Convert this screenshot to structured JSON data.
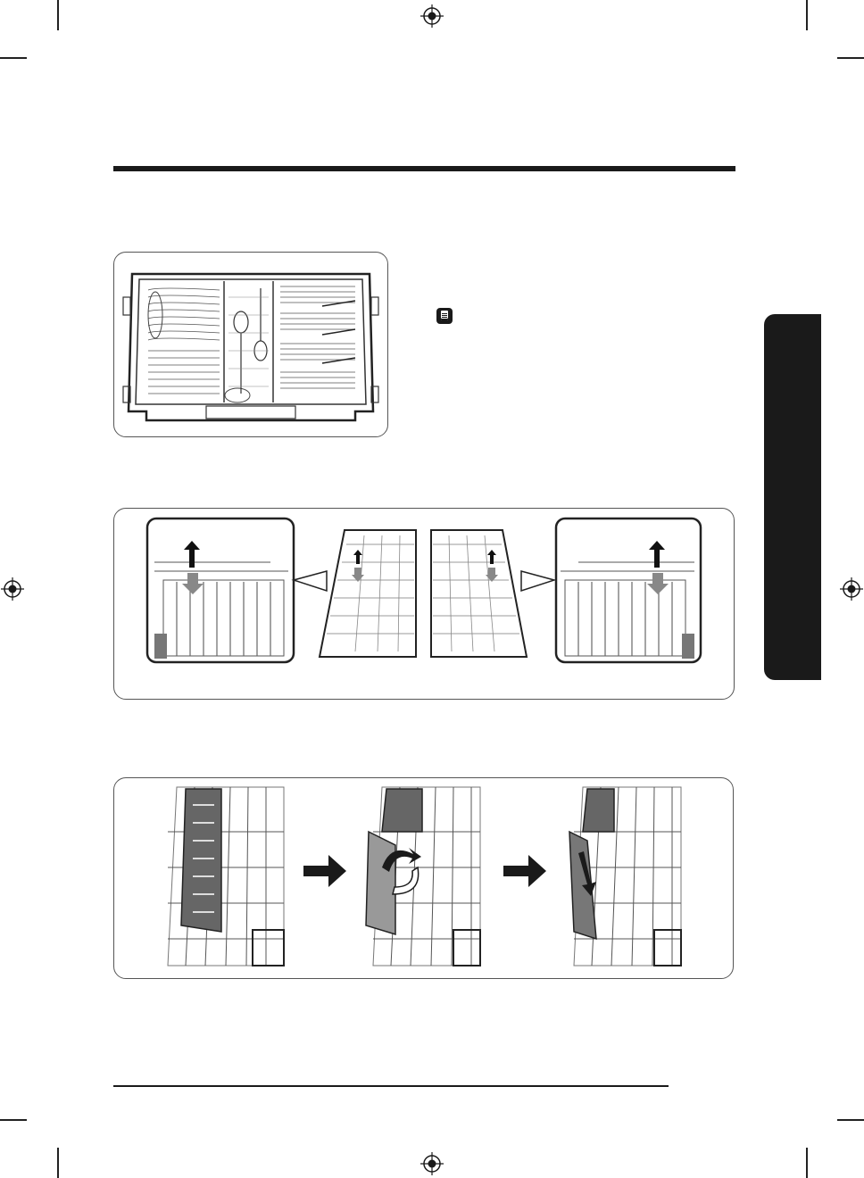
{
  "page": {
    "background": "#ffffff",
    "ink_color": "#1a1a1a"
  },
  "icons": {
    "note": "note-icon",
    "registration": "registration-mark-icon",
    "arrow": "arrow-right-icon"
  },
  "illustrations": {
    "cutlery_tray": "cutlery-tray-illustration",
    "slide_racks": "sliding-rack-illustration",
    "fold_steps": "fold-rack-steps-illustration"
  }
}
